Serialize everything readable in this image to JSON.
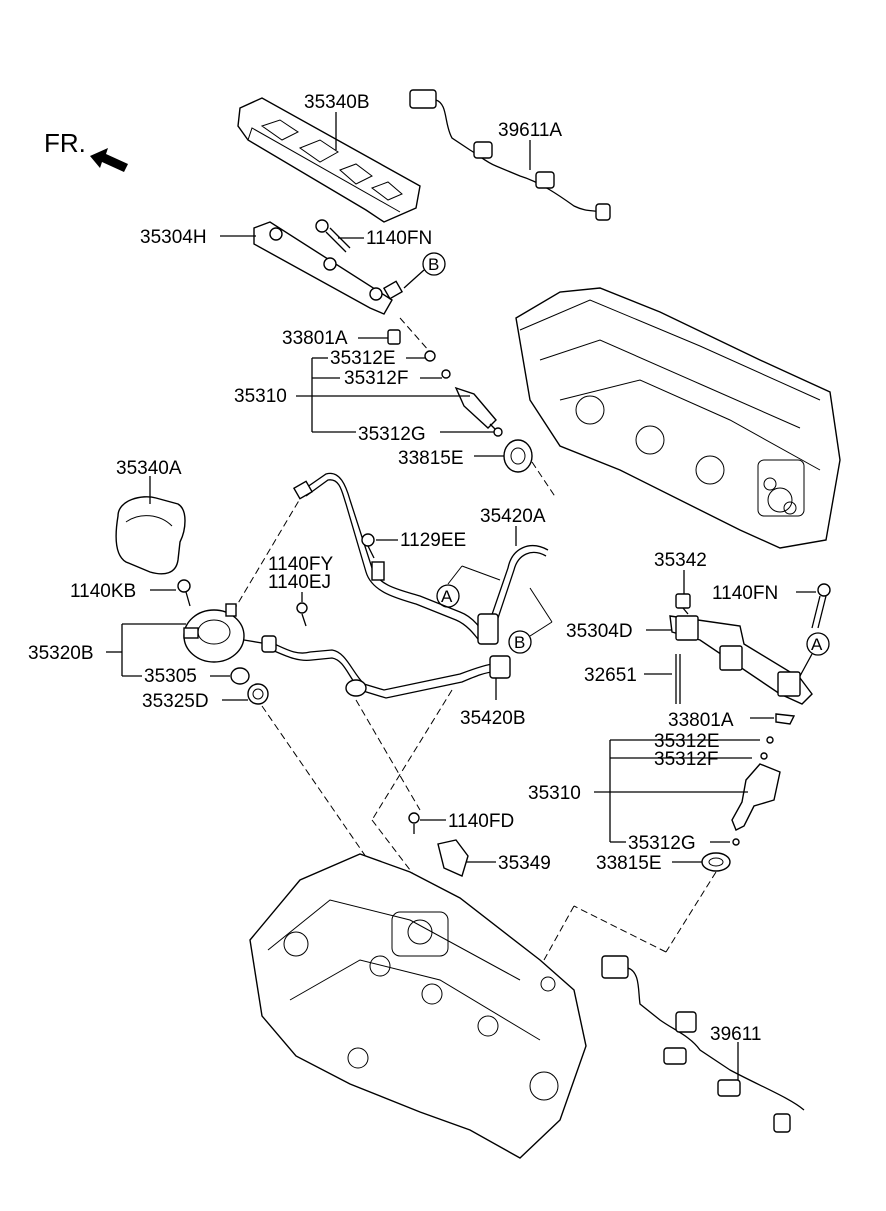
{
  "orientation": {
    "label": "FR.",
    "icon": "front-direction-arrow-icon"
  },
  "callouts": {
    "c_35340B": "35340B",
    "c_39611A": "39611A",
    "c_35304H": "35304H",
    "c_1140FN_top": "1140FN",
    "c_33801A_top": "33801A",
    "c_35312E_top": "35312E",
    "c_35312F_top": "35312F",
    "c_35310_top": "35310",
    "c_35312G_top": "35312G",
    "c_33815E_top": "33815E",
    "c_35340A": "35340A",
    "c_1129EE": "1129EE",
    "c_35420A": "35420A",
    "c_1140FY": "1140FY",
    "c_1140EJ": "1140EJ",
    "c_1140KB": "1140KB",
    "c_35320B": "35320B",
    "c_35305": "35305",
    "c_35325D": "35325D",
    "c_35420B": "35420B",
    "c_35342": "35342",
    "c_1140FN_right": "1140FN",
    "c_35304D": "35304D",
    "c_32651": "32651",
    "c_33801A_right": "33801A",
    "c_35312E_right": "35312E",
    "c_35312F_right": "35312F",
    "c_35310_right": "35310",
    "c_1140FD": "1140FD",
    "c_35312G_right": "35312G",
    "c_35349": "35349",
    "c_33815E_right": "33815E",
    "c_39611": "39611"
  },
  "reference_markers": {
    "b_top": "B",
    "a_mid": "A",
    "b_mid": "B",
    "a_right": "A"
  }
}
